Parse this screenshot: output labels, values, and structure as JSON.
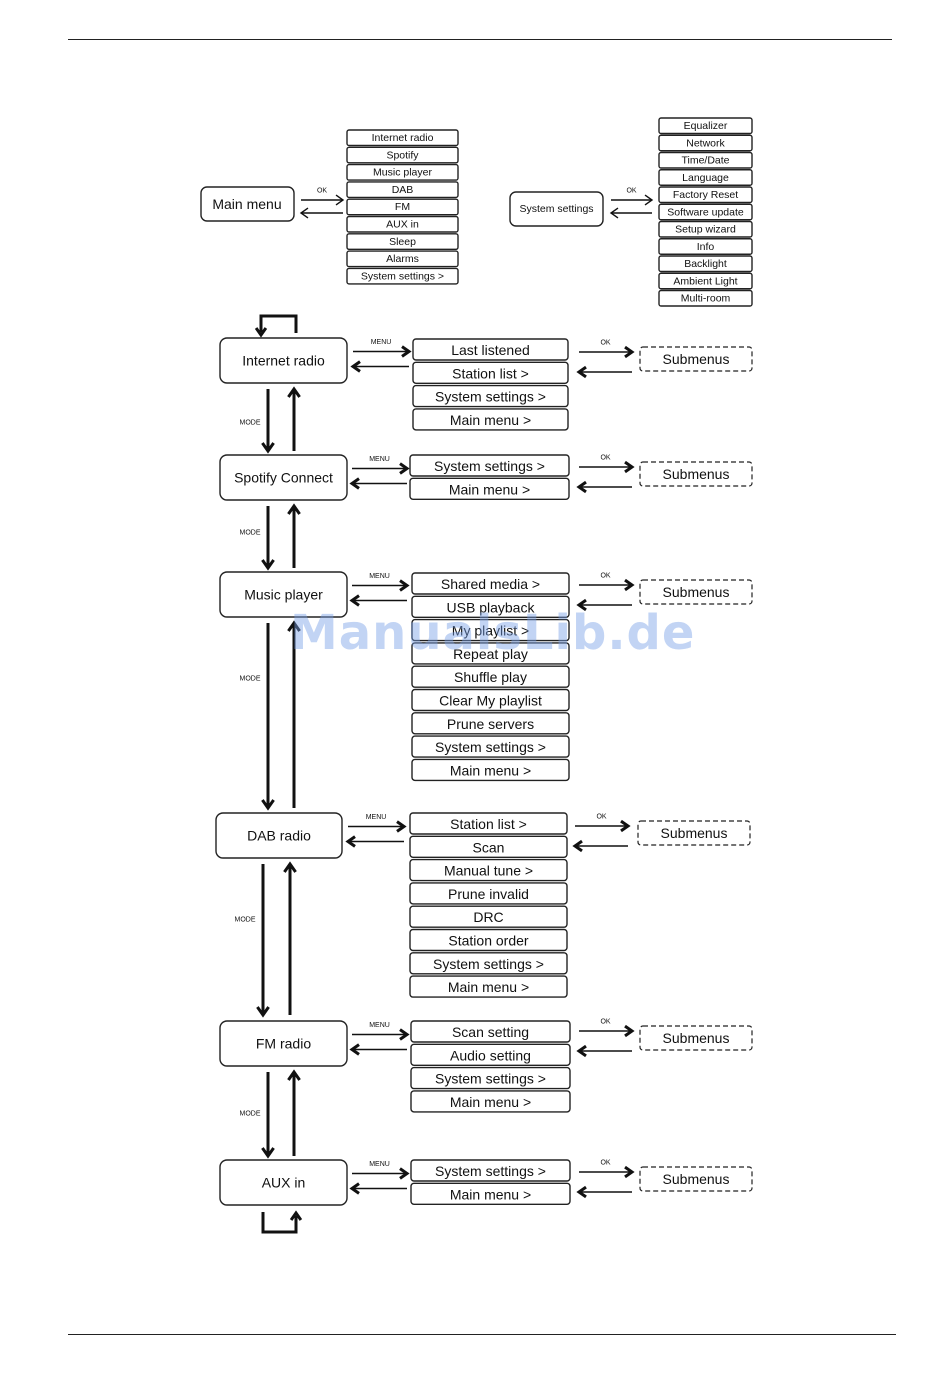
{
  "watermark": "ManualsLib.de",
  "labels": {
    "ok": "OK",
    "menu": "MENU",
    "mode": "MODE",
    "submenus": "Submenus"
  },
  "main_menu": {
    "title": "Main menu",
    "items": [
      "Internet radio",
      "Spotify",
      "Music player",
      "DAB",
      "FM",
      "AUX in",
      "Sleep",
      "Alarms",
      "System settings >"
    ]
  },
  "system_settings": {
    "title": "System settings",
    "items": [
      "Equalizer",
      "Network",
      "Time/Date",
      "Language",
      "Factory Reset",
      "Software update",
      "Setup wizard",
      "Info",
      "Backlight",
      "Ambient Light",
      "Multi-room"
    ]
  },
  "modes": [
    {
      "title": "Internet radio",
      "items": [
        "Last listened",
        "Station list >",
        "System settings >",
        "Main menu >"
      ]
    },
    {
      "title": "Spotify Connect",
      "items": [
        "System settings >",
        "Main menu >"
      ]
    },
    {
      "title": "Music player",
      "items": [
        "Shared media >",
        "USB playback",
        "My playlist >",
        "Repeat play",
        "Shuffle play",
        "Clear My playlist",
        "Prune servers",
        "System settings >",
        "Main menu >"
      ]
    },
    {
      "title": "DAB radio",
      "items": [
        "Station list >",
        "Scan",
        "Manual tune >",
        "Prune invalid",
        "DRC",
        "Station order",
        "System settings >",
        "Main menu >"
      ]
    },
    {
      "title": "FM radio",
      "items": [
        "Scan setting",
        "Audio setting",
        "System settings >",
        "Main menu >"
      ]
    },
    {
      "title": "AUX in",
      "items": [
        "System settings >",
        "Main menu >"
      ]
    }
  ]
}
